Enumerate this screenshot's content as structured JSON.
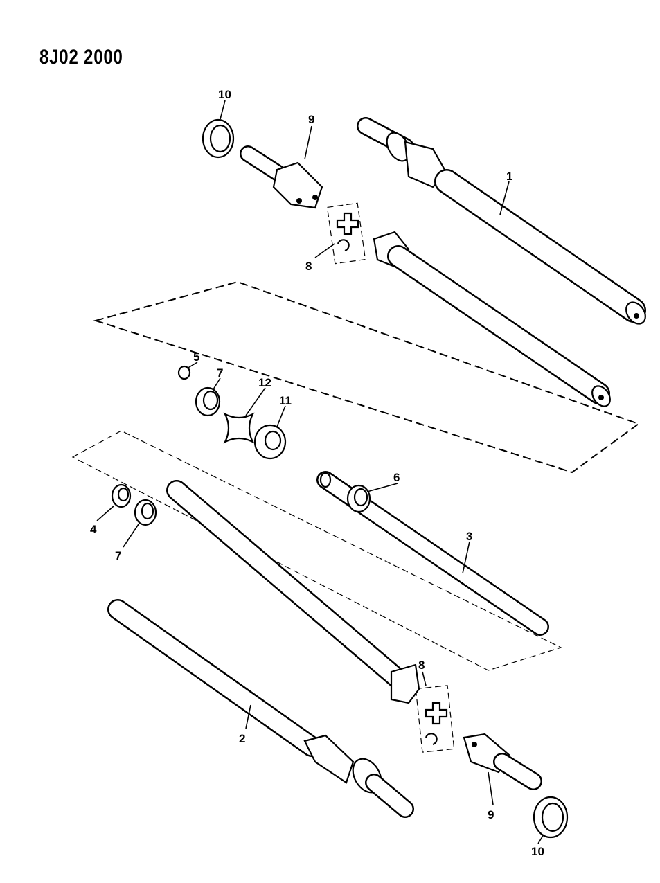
{
  "diagram_id": "8J02 2000",
  "callouts": {
    "c1": "1",
    "c2": "2",
    "c3": "3",
    "c4": "4",
    "c5": "5",
    "c6": "6",
    "c7a": "7",
    "c7b": "7",
    "c8a": "8",
    "c8b": "8",
    "c9a": "9",
    "c9b": "9",
    "c10a": "10",
    "c10b": "10",
    "c11": "11",
    "c12": "12"
  }
}
